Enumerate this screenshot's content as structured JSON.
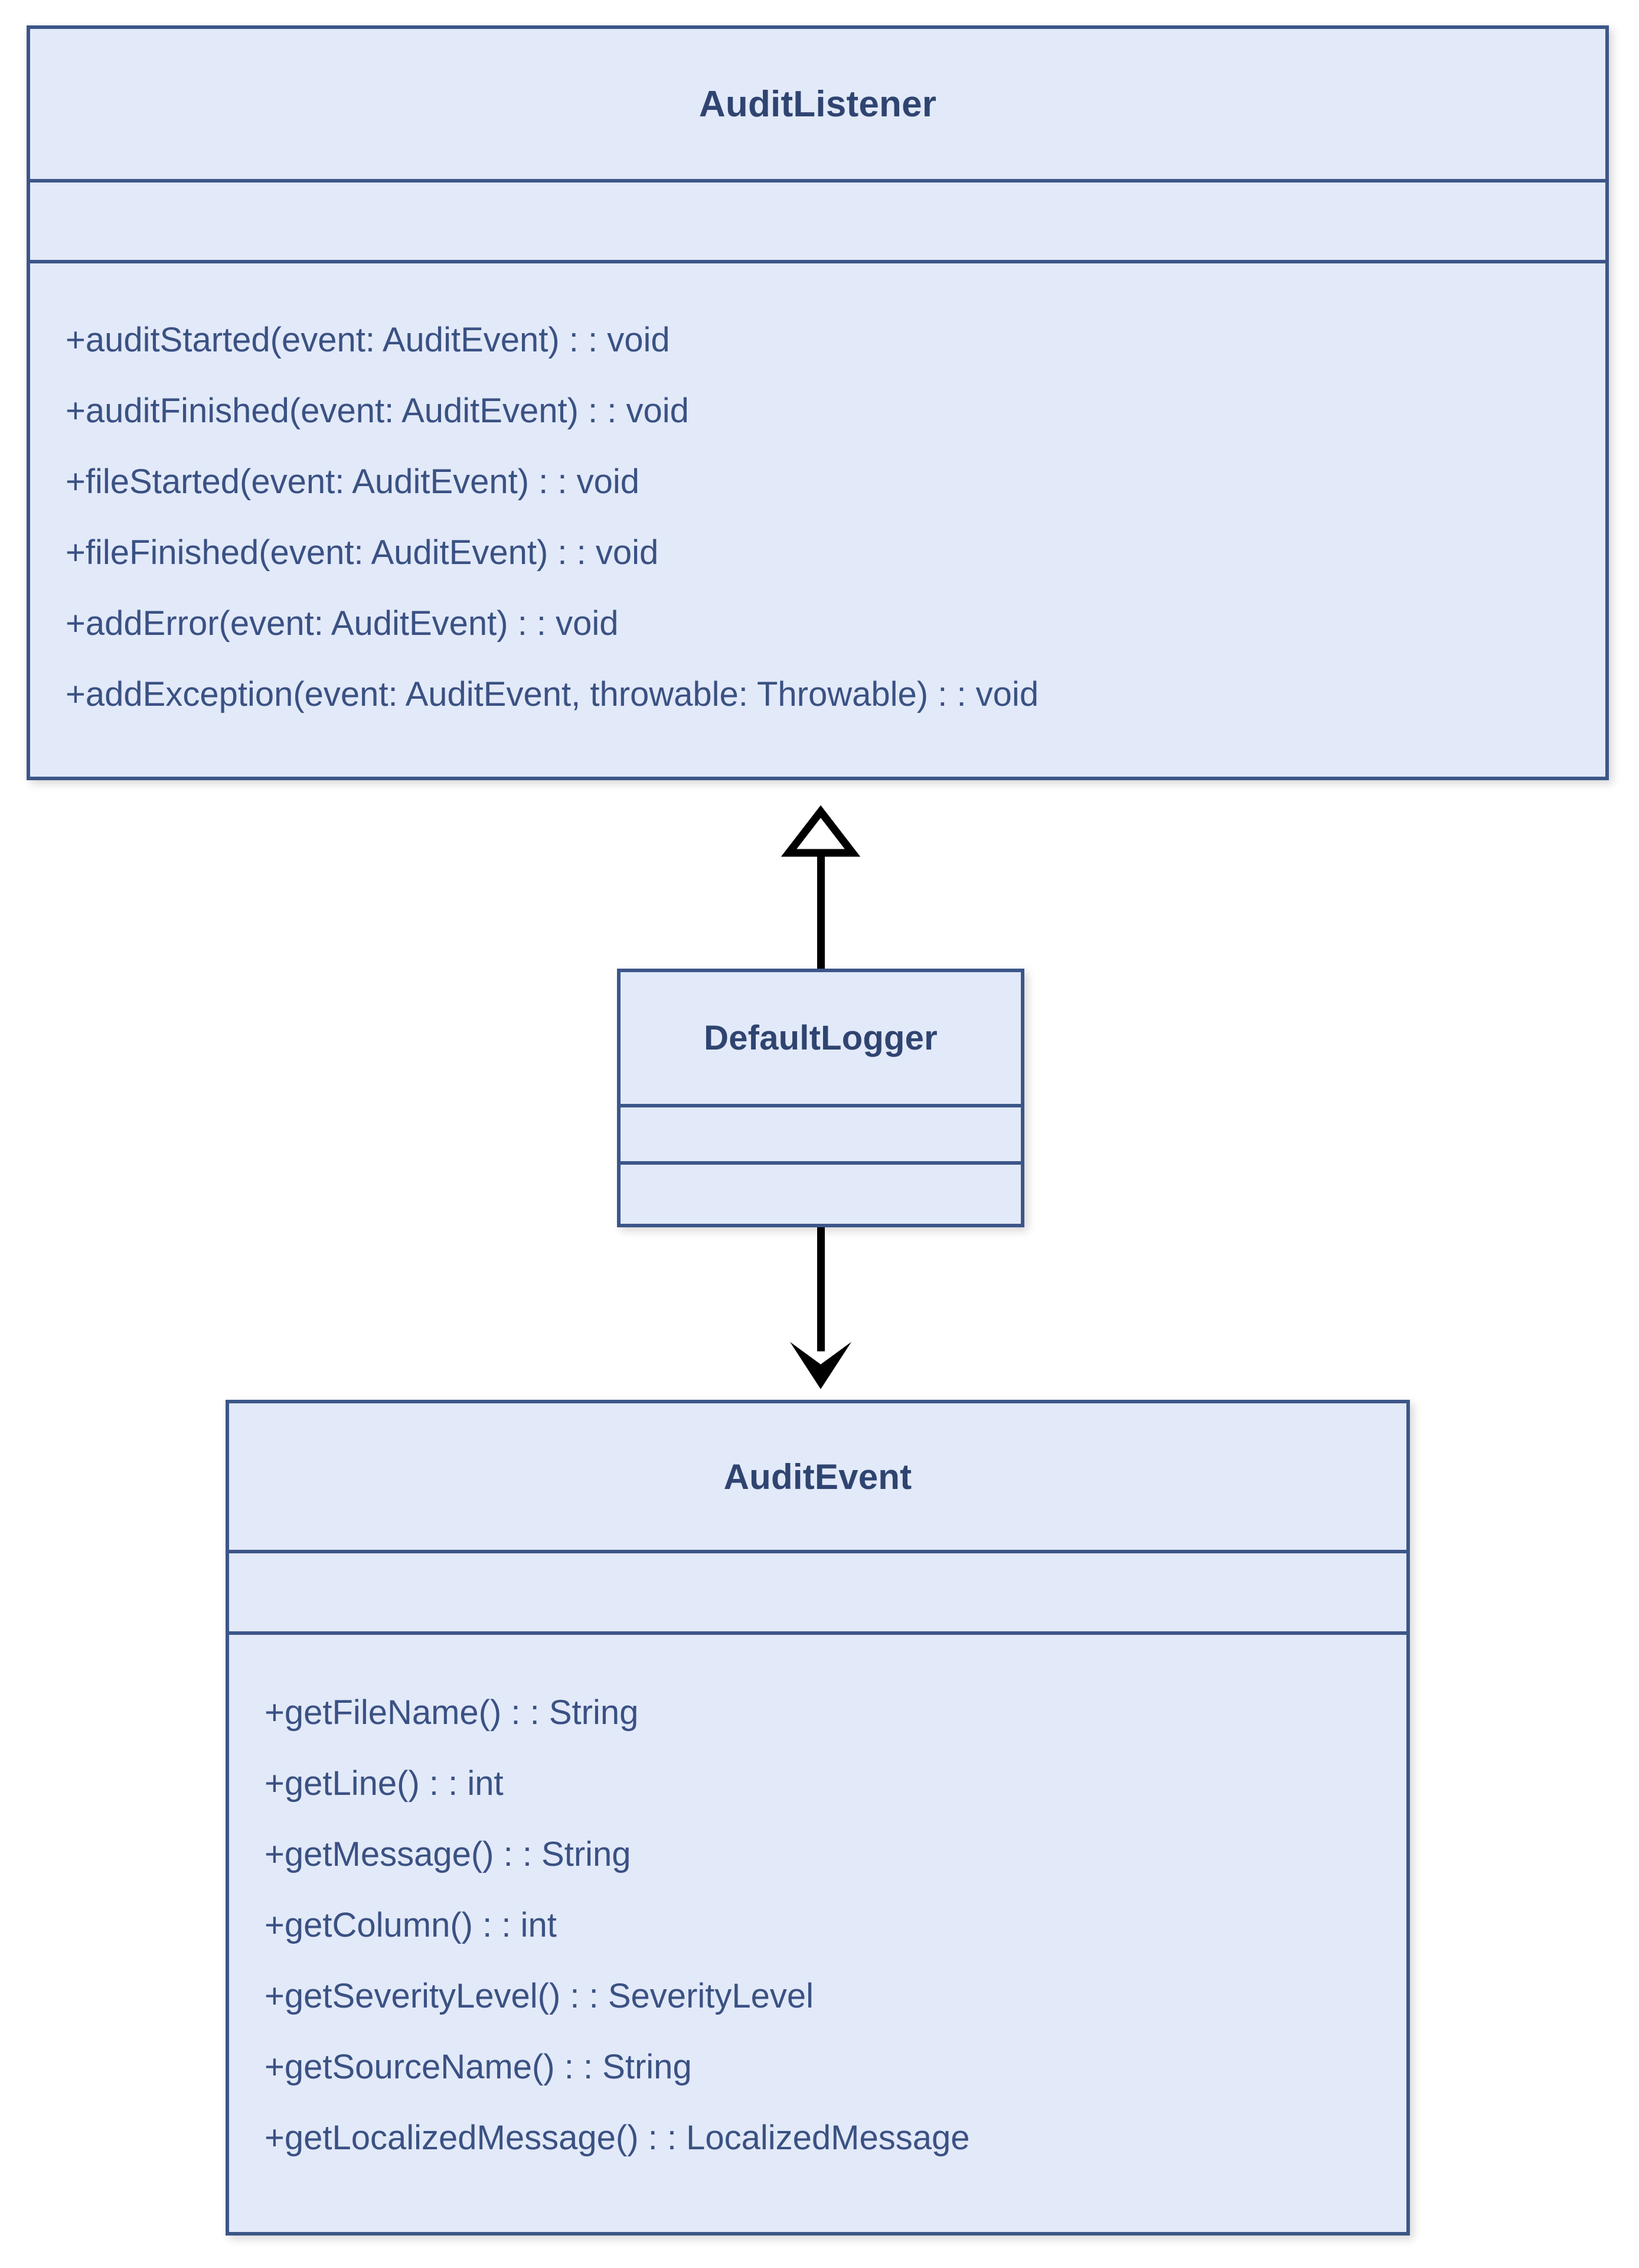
{
  "diagram": {
    "type": "uml-class-diagram",
    "background_color": "#ffffff",
    "box_fill_color": "#e2e9f8",
    "box_border_color": "#3c5688",
    "title_text_color": "#2f4470",
    "member_text_color": "#3a5183",
    "connector_color": "#000000"
  },
  "classes": [
    {
      "id": "auditlistener",
      "name": "AuditListener",
      "attributes": [],
      "operations": [
        "+auditStarted(event: AuditEvent) : : void",
        "+auditFinished(event: AuditEvent) : : void",
        "+fileStarted(event: AuditEvent) : : void",
        "+fileFinished(event: AuditEvent) : : void",
        "+addError(event: AuditEvent) : : void",
        "+addException(event: AuditEvent, throwable: Throwable) : : void"
      ]
    },
    {
      "id": "defaultlogger",
      "name": "DefaultLogger",
      "attributes": [],
      "operations": []
    },
    {
      "id": "auditevent",
      "name": "AuditEvent",
      "attributes": [],
      "operations": [
        "+getFileName() : : String",
        "+getLine() : : int",
        "+getMessage() : : String",
        "+getColumn() : : int",
        "+getSeverityLevel() : : SeverityLevel",
        "+getSourceName() : : String",
        "+getLocalizedMessage() : : LocalizedMessage"
      ]
    }
  ],
  "relationships": [
    {
      "id": "generalization",
      "kind": "generalization",
      "arrow": "hollow-triangle",
      "from": "DefaultLogger",
      "to": "AuditListener",
      "label": ""
    },
    {
      "id": "association",
      "kind": "association",
      "arrow": "solid-filled-arrow",
      "from": "DefaultLogger",
      "to": "AuditEvent",
      "label": ""
    }
  ]
}
